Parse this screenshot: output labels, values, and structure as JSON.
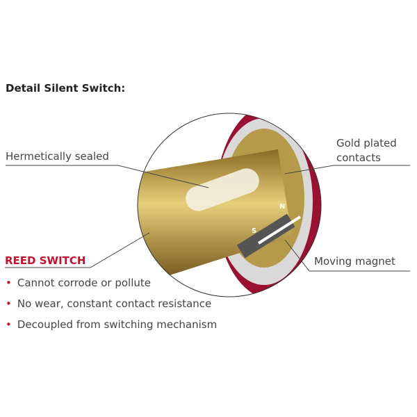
{
  "title": "Detail Silent Switch:",
  "callouts": {
    "hermetic": "Hermetically sealed",
    "gold_line1": "Gold plated",
    "gold_line2": "contacts",
    "magnet": "Moving magnet"
  },
  "reed": {
    "heading": "REED SWITCH",
    "bullets": [
      "Cannot corrode or pollute",
      "No wear, constant contact resistance",
      "Decoupled from switching mechanism"
    ]
  },
  "magnet_poles": {
    "south": "S",
    "north": "N"
  }
}
